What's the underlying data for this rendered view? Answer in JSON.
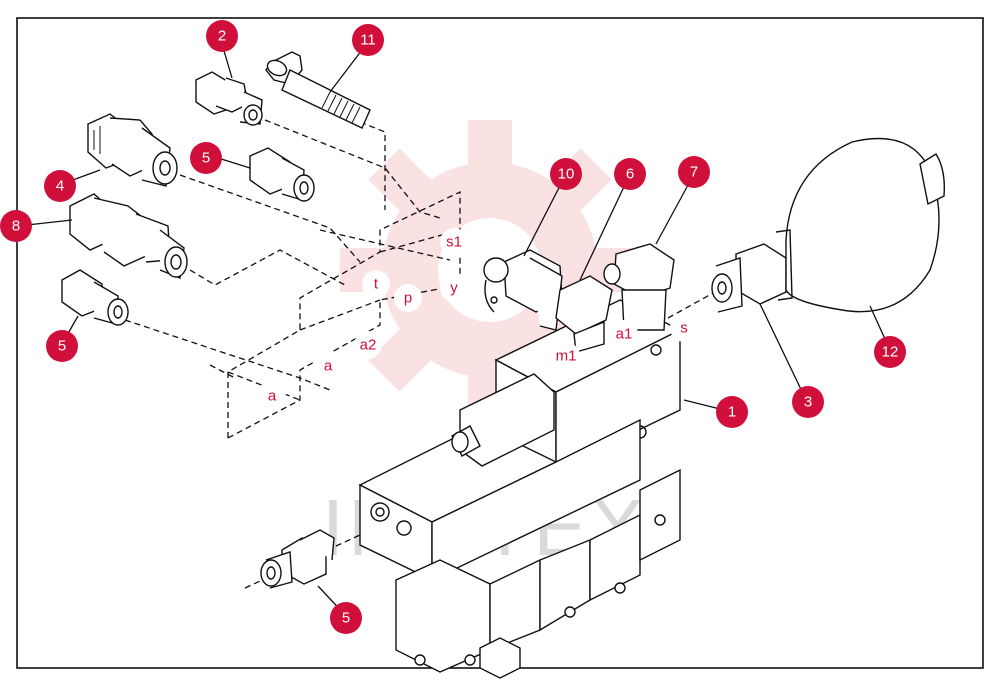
{
  "watermark": {
    "text": "IMHTEX",
    "color": "#f6c9cc"
  },
  "colors": {
    "callout": "#d0103a",
    "line": "#111111",
    "frame": "#000000"
  },
  "callouts": [
    {
      "id": "c2",
      "label": "2"
    },
    {
      "id": "c11",
      "label": "11"
    },
    {
      "id": "c5a",
      "label": "5"
    },
    {
      "id": "c4",
      "label": "4"
    },
    {
      "id": "c8",
      "label": "8"
    },
    {
      "id": "c5b",
      "label": "5"
    },
    {
      "id": "c10",
      "label": "10"
    },
    {
      "id": "c6",
      "label": "6"
    },
    {
      "id": "c7",
      "label": "7"
    },
    {
      "id": "c1",
      "label": "1"
    },
    {
      "id": "c3",
      "label": "3"
    },
    {
      "id": "c12",
      "label": "12"
    },
    {
      "id": "c5c",
      "label": "5"
    }
  ],
  "ports": [
    {
      "id": "p_s1",
      "label": "s1"
    },
    {
      "id": "p_t",
      "label": "t"
    },
    {
      "id": "p_p",
      "label": "p"
    },
    {
      "id": "p_y",
      "label": "y"
    },
    {
      "id": "p_a2",
      "label": "a2"
    },
    {
      "id": "p_a_upper",
      "label": "a"
    },
    {
      "id": "p_a_lower",
      "label": "a"
    },
    {
      "id": "p_m1",
      "label": "m1"
    },
    {
      "id": "p_a1",
      "label": "a1"
    },
    {
      "id": "p_s",
      "label": "s"
    }
  ]
}
